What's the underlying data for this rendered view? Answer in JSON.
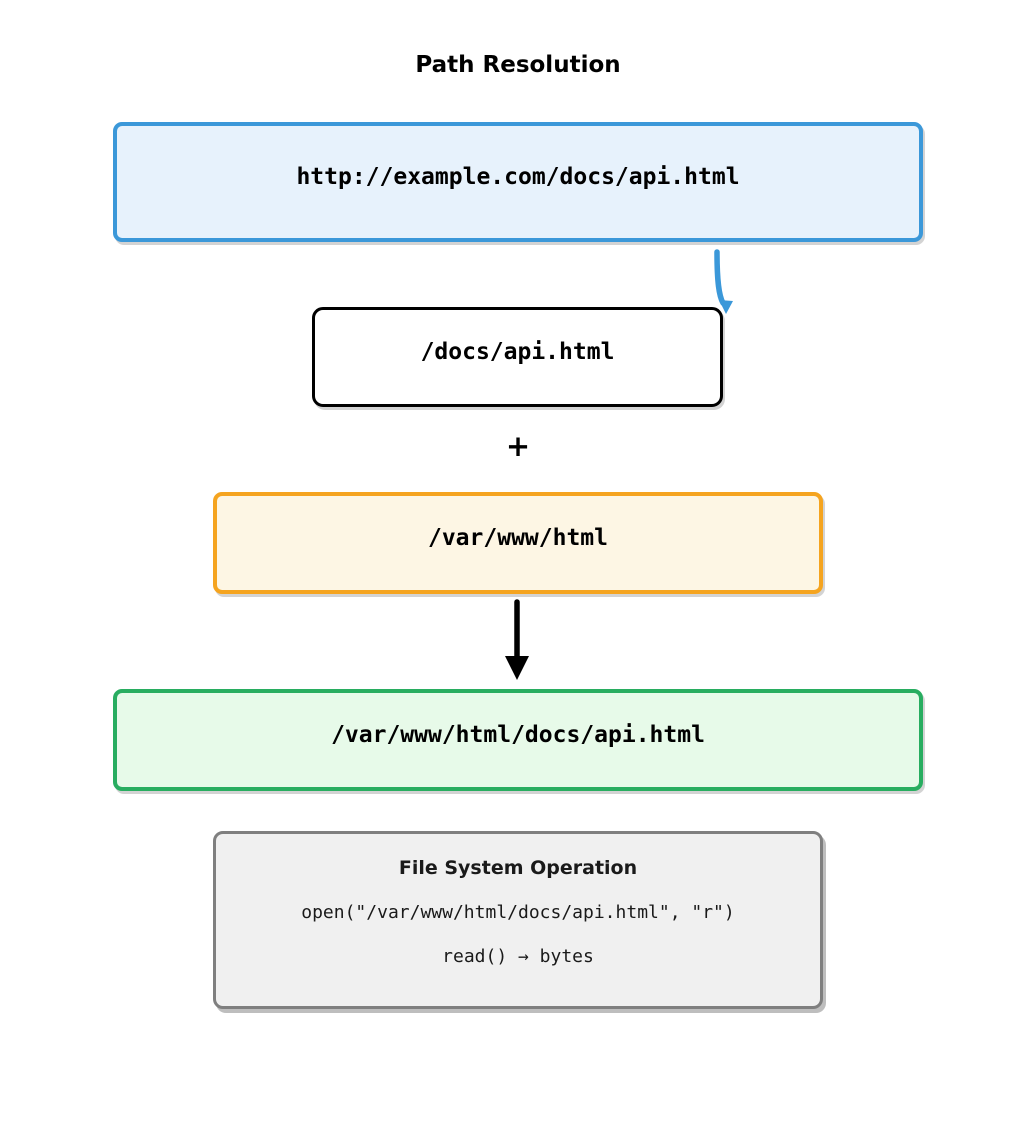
{
  "title": "Path Resolution",
  "plus_label": "+",
  "boxes": {
    "url": "http://example.com/docs/api.html",
    "url_path": "/docs/api.html",
    "document_root": "/var/www/html",
    "resolved_path": "/var/www/html/docs/api.html"
  },
  "fs_operation": {
    "title": "File System Operation",
    "open_call": "open(\"/var/www/html/docs/api.html\", \"r\")",
    "read_call": "read() → bytes"
  },
  "colors": {
    "url_border": "#3b98d9",
    "url_fill": "#e7f2fc",
    "path_border": "#000000",
    "path_fill": "#ffffff",
    "root_border": "#f5a41f",
    "root_fill": "#fdf6e4",
    "resolved_border": "#28ad60",
    "resolved_fill": "#e7fae9",
    "fs_border": "#7f7f7f",
    "fs_fill": "#f0f0f0",
    "connector_blue": "#3b98d9",
    "arrow_black": "#000000"
  }
}
